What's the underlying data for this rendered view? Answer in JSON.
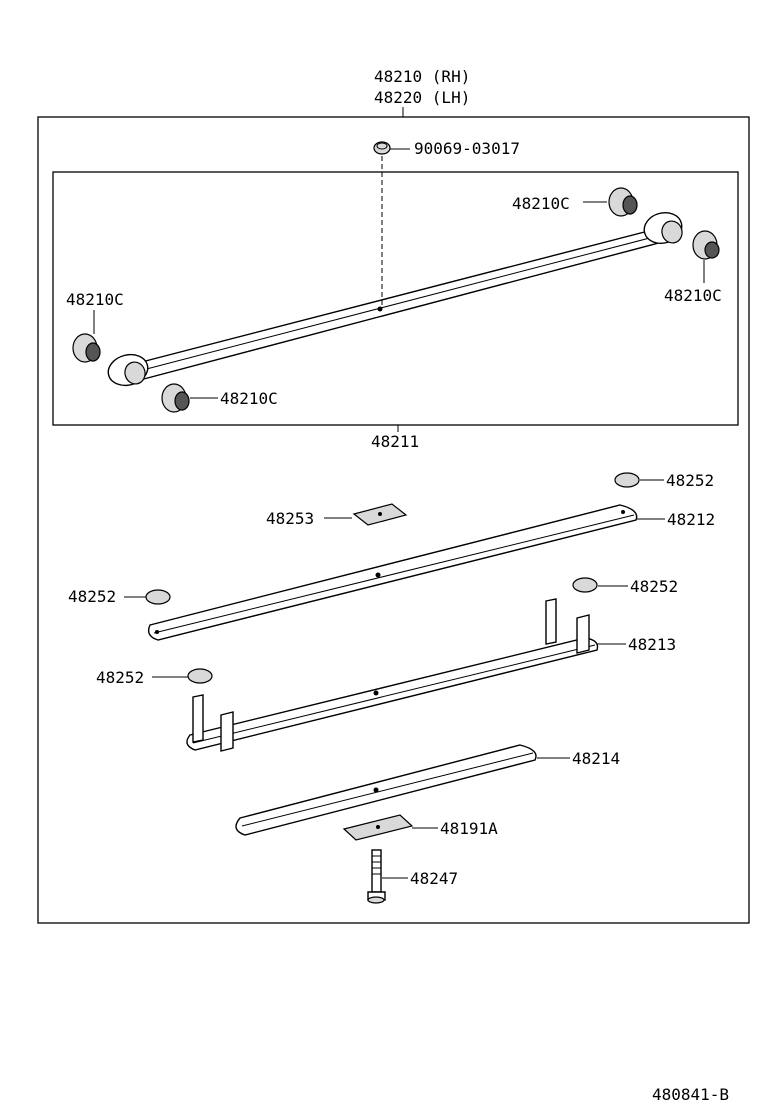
{
  "assembly": {
    "label_rh": "48210 (RH)",
    "label_lh": "48220 (LH)",
    "sub_assembly": "48211"
  },
  "labels": {
    "bolt_top": "90069-03017",
    "bushing_tr": "48210C",
    "bushing_r": "48210C",
    "bushing_l": "48210C",
    "bushing_bl": "48210C",
    "cap_1": "48252",
    "cap_2": "48252",
    "cap_3": "48252",
    "cap_4": "48252",
    "pad": "48253",
    "leaf_2": "48212",
    "leaf_3": "48213",
    "leaf_4": "48214",
    "spacer": "48191A",
    "center_bolt": "48247"
  },
  "diagram_id": "480841-B"
}
